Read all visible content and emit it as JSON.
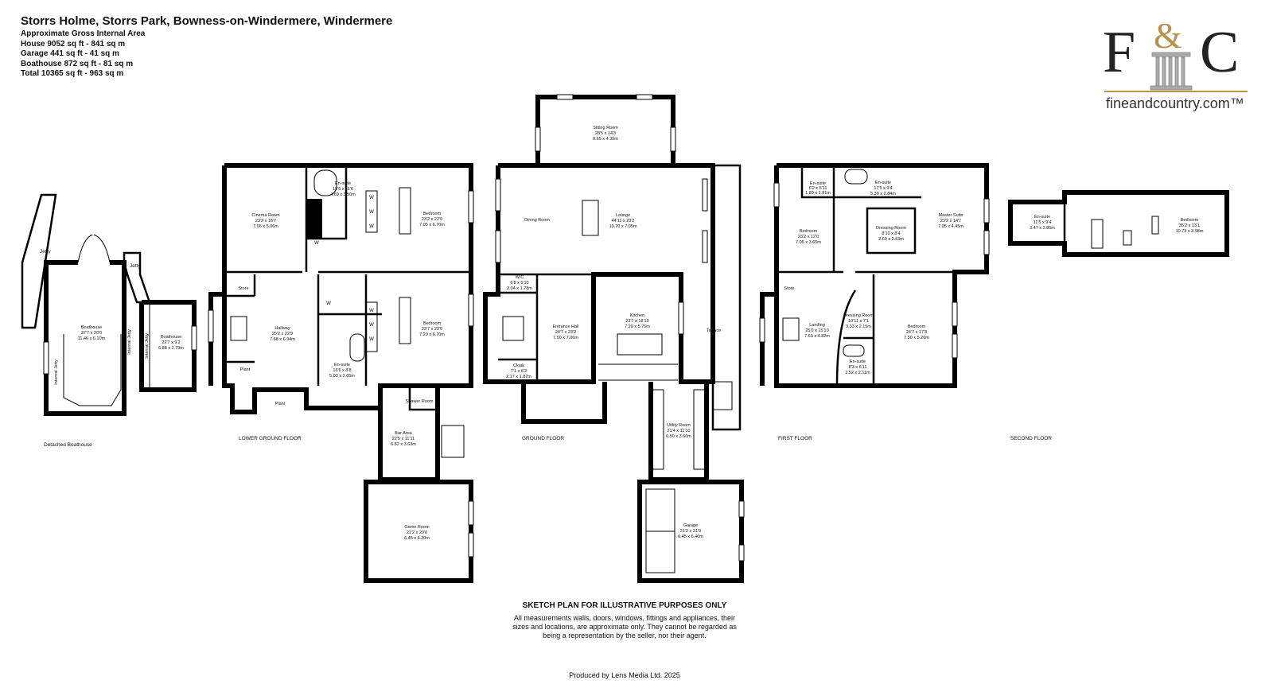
{
  "header": {
    "title": "Storrs Holme, Storrs Park, Bowness-on-Windermere, Windermere",
    "area_heading": "Approximate Gross Internal Area",
    "areas": [
      "House  9052 sq ft - 841 sq m",
      "Garage  441 sq ft - 41 sq m",
      "Boathouse  872 sq ft - 81 sq m",
      "Total  10365 sq ft - 963 sq m"
    ]
  },
  "logo": {
    "mark_left": "F",
    "mark_amp": "&",
    "mark_right": "C",
    "website": "fineandcountry.com™",
    "gold": "#b8914a"
  },
  "floors": {
    "boathouse": "Detached Boathouse",
    "lower": "LOWER GROUND FLOOR",
    "ground": "GROUND FLOOR",
    "first": "FIRST FLOOR",
    "second": "SECOND FLOOR"
  },
  "rooms": {
    "jetty1": {
      "name": "Jetty"
    },
    "jetty2": {
      "name": "Jetty"
    },
    "int_jetty1": {
      "name": "Internal Jetty"
    },
    "int_jetty2": {
      "name": "Internal Jetty"
    },
    "int_jetty3": {
      "name": "Internal Jetty"
    },
    "boathouse_main": {
      "name": "Boathouse",
      "dims": "37'7 x 20'0",
      "metric": "11.46 x 6.10m"
    },
    "boathouse_small": {
      "name": "Boathouse",
      "dims": "22'7 x 9'2",
      "metric": "6.88 x 2.79m"
    },
    "cinema": {
      "name": "Cinema Room",
      "dims": "23'2 x 16'7",
      "metric": "7.06 x 5.06m"
    },
    "ensuite_lg1": {
      "name": "En-suite",
      "dims": "15'5 x 11'6",
      "metric": "4.69 x 3.50m"
    },
    "bedroom_lg1": {
      "name": "Bedroom",
      "dims": "23'2 x 22'0",
      "metric": "7.05 x 6.70m"
    },
    "store_lg": {
      "name": "Store"
    },
    "hallway": {
      "name": "Hallway",
      "dims": "25'2 x 22'9",
      "metric": "7.68 x 6.94m"
    },
    "bedroom_lg2": {
      "name": "Bedroom",
      "dims": "23'7 x 22'0",
      "metric": "7.20 x 6.70m"
    },
    "ensuite_lg2": {
      "name": "En-suite",
      "dims": "16'6 x 8'8",
      "metric": "5.03 x 2.65m"
    },
    "plant1": {
      "name": "Plant"
    },
    "plant2": {
      "name": "Plant"
    },
    "shower": {
      "name": "Shower Room"
    },
    "bar": {
      "name": "Bar Area",
      "dims": "22'5 x 11'11",
      "metric": "6.82 x 3.63m"
    },
    "game": {
      "name": "Game Room",
      "dims": "21'2 x 20'0",
      "metric": "6.45 x 6.20m"
    },
    "sitting": {
      "name": "Sitting Room",
      "dims": "28'5 x 14'3",
      "metric": "8.65 x 4.35m"
    },
    "dining": {
      "name": "Dining Room"
    },
    "lounge": {
      "name": "Lounge",
      "dims": "44'11 x 23'2",
      "metric": "13.70 x 7.05m"
    },
    "wc": {
      "name": "W/C",
      "dims": "6'8 x 5'10",
      "metric": "2.04 x 1.78m"
    },
    "entrance": {
      "name": "Entrance Hall",
      "dims": "24'7 x 23'2",
      "metric": "7.50 x 7.06m"
    },
    "kitchen": {
      "name": "Kitchen",
      "dims": "23'7 x 18'10",
      "metric": "7.20 x 5.75m"
    },
    "cloak": {
      "name": "Cloak",
      "dims": "7'1 x 6'2",
      "metric": "2.17 x 1.87m"
    },
    "terrace": {
      "name": "Terrace"
    },
    "utility": {
      "name": "Utility Room",
      "dims": "21'4 x 11'10",
      "metric": "6.50 x 3.60m"
    },
    "garage": {
      "name": "Garage",
      "dims": "21'2 x 21'0",
      "metric": "6.45 x 6.40m"
    },
    "ensuite_f1": {
      "name": "En-suite",
      "dims": "6'2 x 5'11",
      "metric": "1.89 x 1.81m"
    },
    "ensuite_f2": {
      "name": "En-suite",
      "dims": "17'5 x 9'4",
      "metric": "5.30 x 2.84m"
    },
    "bedroom_f1": {
      "name": "Bedroom",
      "dims": "23'2 x 12'0",
      "metric": "7.05 x 3.65m"
    },
    "dressing_f1": {
      "name": "Dressing Room",
      "dims": "8'10 x 8'4",
      "metric": "2.69 x 2.53m"
    },
    "master": {
      "name": "Master Suite",
      "dims": "23'2 x 14'7",
      "metric": "7.05 x 4.45m"
    },
    "store_f": {
      "name": "Store"
    },
    "landing": {
      "name": "Landing",
      "dims": "25'0 x 15'10",
      "metric": "7.63 x 4.82m"
    },
    "dressing_f2": {
      "name": "Dressing Room",
      "dims": "10'11 x 7'1",
      "metric": "3.33 x 2.15m"
    },
    "bedroom_f2": {
      "name": "Bedroom",
      "dims": "24'7 x 17'3",
      "metric": "7.50 x 5.26m"
    },
    "ensuite_f3": {
      "name": "En-suite",
      "dims": "8'3 x 6'11",
      "metric": "2.52 x 2.11m"
    },
    "ensuite_s": {
      "name": "En-suite",
      "dims": "11'5 x 9'4",
      "metric": "3.47 x 2.85m"
    },
    "bedroom_s": {
      "name": "Bedroom",
      "dims": "35'2 x 13'1",
      "metric": "10.73 x 3.98m"
    }
  },
  "wardrobe_label": "W",
  "footer": {
    "title": "SKETCH PLAN FOR ILLUSTRATIVE PURPOSES ONLY",
    "disclaimer": "All measurements walls, doors, windows, fittings and appliances, their sizes and locations, are approximate only. They cannot be regarded as being a representation by the seller, nor their agent.",
    "produced_by": "Produced by Lens Media Ltd. 2025"
  }
}
